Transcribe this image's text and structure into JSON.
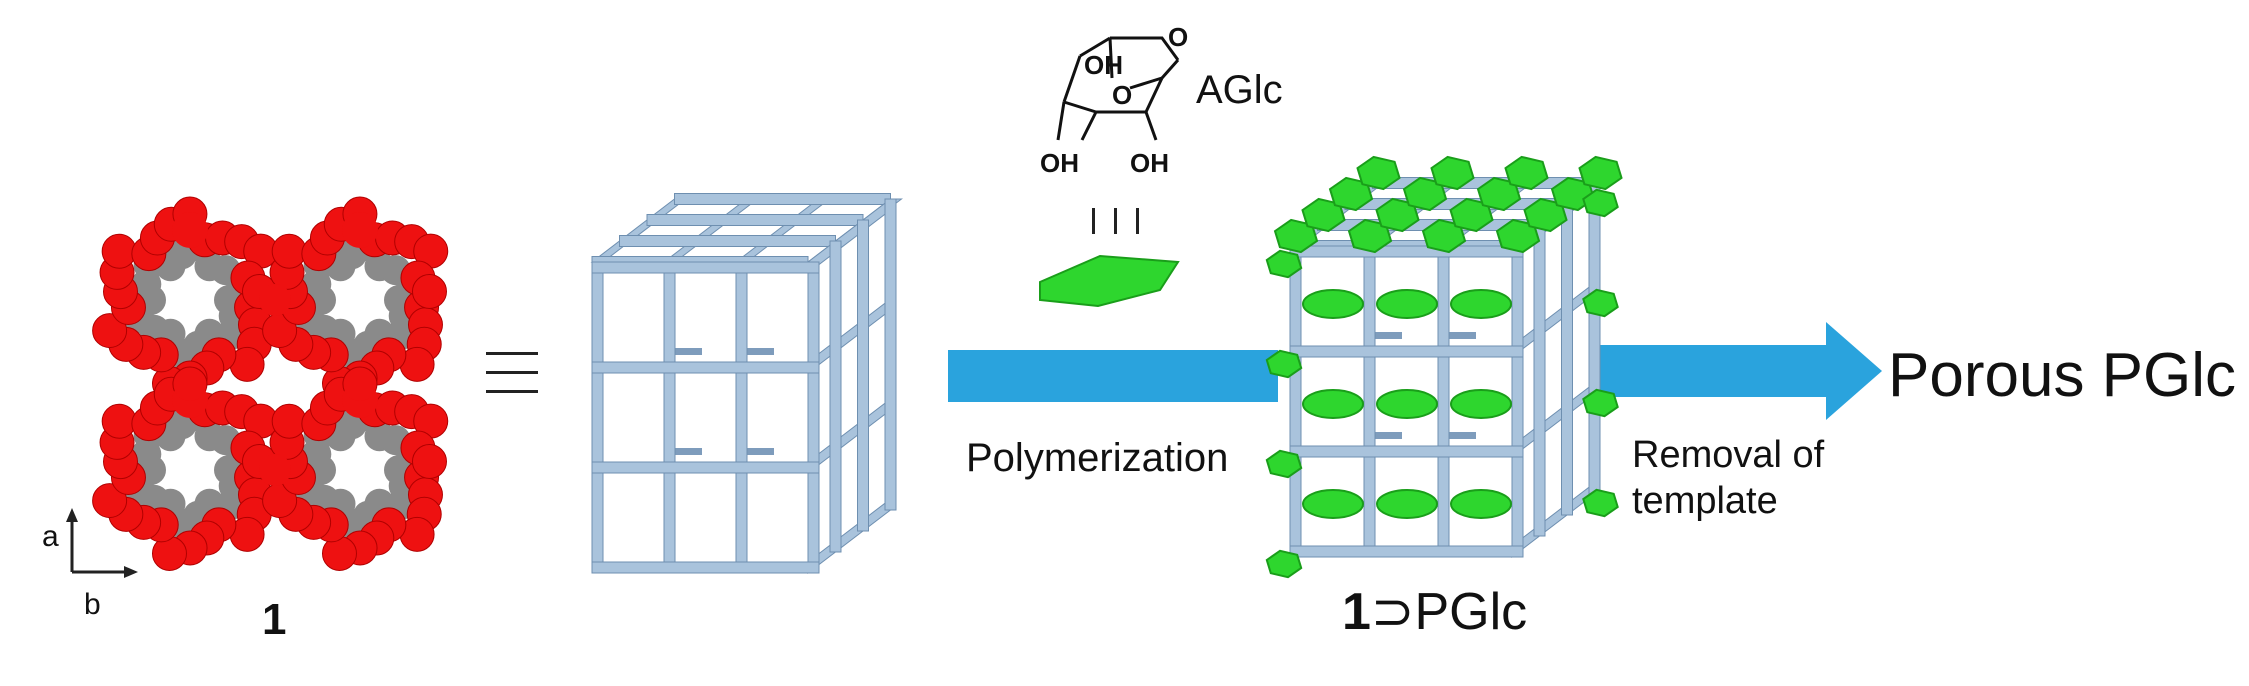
{
  "compound_label": "1",
  "axis": {
    "vertical": "a",
    "horizontal": "b"
  },
  "equivalence_symbol": "≡",
  "monomer": {
    "name": "AGlc",
    "oh_labels": [
      "OH",
      "OH",
      "OH"
    ],
    "ring_oxygen_labels": [
      "O",
      "O"
    ],
    "identity_symbol": "|||"
  },
  "step1_label": "Polymerization",
  "complex_label": {
    "prefix": "1",
    "suffix": "⊃PGlc"
  },
  "step2_label": {
    "line1": "Removal of",
    "line2": "template"
  },
  "product_label": "Porous PGlc",
  "colors": {
    "framework": "#a9c3dc",
    "framework_edge": "#6e8fb0",
    "arrow": "#2aa3dd",
    "polymer": "#2ed62e",
    "polymer_dark": "#1a9e1a",
    "oxygen": "#ee1111",
    "carbon": "#8a8a8a"
  }
}
